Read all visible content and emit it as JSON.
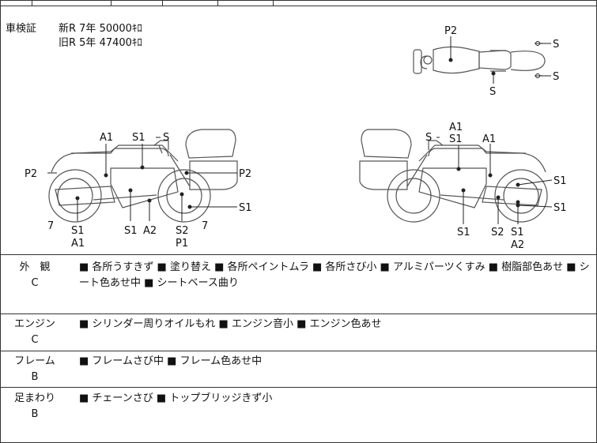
{
  "registration": {
    "label": "車検証",
    "lines": [
      "新R 7年 50000ｷﾛ",
      "旧R 5年 47400ｷﾛ"
    ]
  },
  "markers": {
    "top": [
      "P2",
      "S",
      "S",
      "S"
    ],
    "left": [
      "A1",
      "S1",
      "S",
      "P2",
      "P2",
      "S1",
      "7",
      "7",
      "S1",
      "A1",
      "S1",
      "A2",
      "S2",
      "P1"
    ],
    "right": [
      "A1",
      "S",
      "S1",
      "A1",
      "S1",
      "S1",
      "S1",
      "S2",
      "S1",
      "A2"
    ]
  },
  "sections": [
    {
      "name": "外　観",
      "grade": "C",
      "text": "■ 各所うすきず ■ 塗り替え ■ 各所ペイントムラ ■ 各所さび小 ■ アルミパーツくすみ ■ 樹脂部色あせ ■ シート色あせ中 ■ シートベース曲り"
    },
    {
      "name": "エンジン",
      "grade": "C",
      "text": "■ シリンダー周りオイルもれ ■ エンジン音小 ■ エンジン色あせ"
    },
    {
      "name": "フレーム",
      "grade": "B",
      "text": "■ フレームさび中 ■ フレーム色あせ中"
    },
    {
      "name": "足まわり",
      "grade": "B",
      "text": "■ チェーンさび ■ トップブリッジきず小"
    }
  ]
}
